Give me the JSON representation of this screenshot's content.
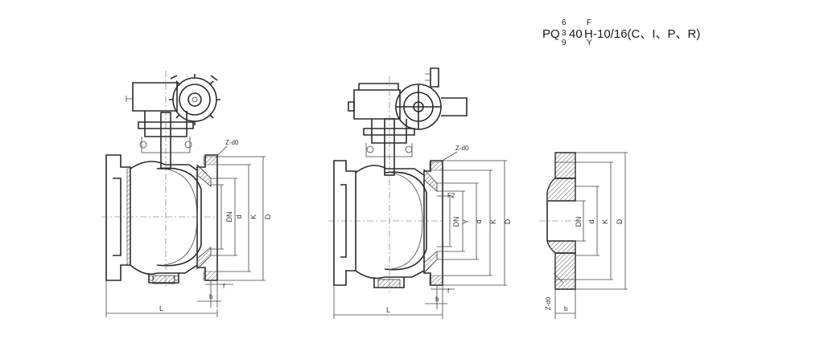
{
  "title": {
    "prefix": "PQ",
    "stack_top": "6",
    "stack_mid": "3",
    "stack_bot": "9",
    "mid": "40",
    "h_char": "H",
    "h_top": "F",
    "h_bot": "Y",
    "suffix": "-10/16(C、I、P、R)"
  },
  "views": {
    "left": {
      "z_label": "Z-d0",
      "dims_v": [
        "DN",
        "d",
        "K",
        "D"
      ],
      "f_label": "f",
      "b_label": "b",
      "l_label": "L"
    },
    "middle": {
      "z_label": "Z-d0",
      "f2_label": "F2",
      "dims_v": [
        "DN",
        "Y",
        "d",
        "K",
        "D"
      ],
      "f_label": "f",
      "b_label": "b",
      "l_label": "L"
    },
    "right": {
      "z_label": "Z-d0",
      "dims_v": [
        "DN",
        "d",
        "K",
        "D"
      ],
      "b_label": "b"
    }
  }
}
